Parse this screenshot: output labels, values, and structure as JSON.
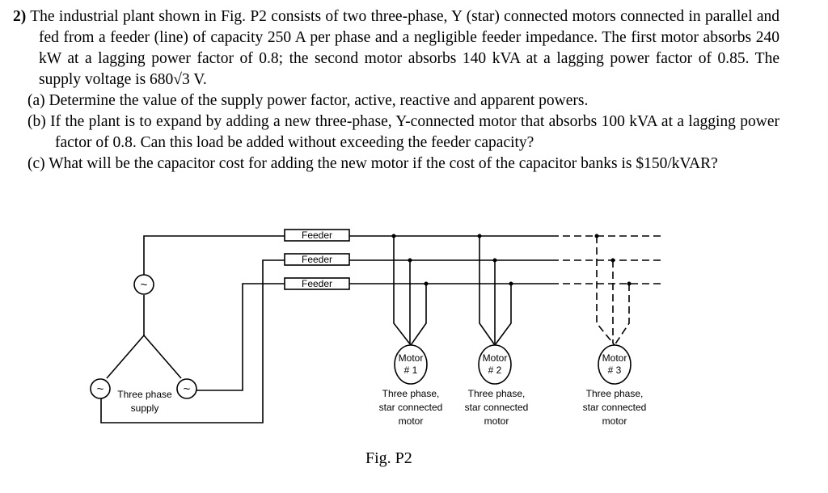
{
  "problem": {
    "number": "2)",
    "stem": "The industrial plant shown in Fig. P2 consists of two three-phase, Y (star) connected motors connected in parallel and fed from a feeder (line) of capacity 250 A per phase and a negligible feeder impedance. The first motor absorbs 240 kW at a lagging power factor of 0.8; the second motor absorbs 140 kVA at a lagging power factor of 0.85. The supply voltage is 680√3 V.",
    "parts": [
      {
        "label": "(a)",
        "text": "Determine the value of the supply power factor, active, reactive and apparent powers."
      },
      {
        "label": "(b)",
        "text": "If the plant is to expand by adding a new three-phase, Y-connected motor that absorbs 100 kVA at a lagging power factor of 0.8. Can this load be added without exceeding the feeder capacity?"
      },
      {
        "label": "(c)",
        "text": "What will be the capacitor cost for adding the new motor if the cost of the capacitor banks is $150/kVAR?"
      }
    ]
  },
  "figure": {
    "caption": "Fig. P2",
    "source_symbol": "~",
    "source_label_line1": "Three phase",
    "source_label_line2": "supply",
    "feeder_labels": [
      "Feeder",
      "Feeder",
      "Feeder"
    ],
    "motors": [
      {
        "line1": "Motor",
        "line2": "# 1",
        "desc1": "Three phase,",
        "desc2": "star connected",
        "desc3": "motor"
      },
      {
        "line1": "Motor",
        "line2": "# 2",
        "desc1": "Three phase,",
        "desc2": "star connected",
        "desc3": "motor"
      },
      {
        "line1": "Motor",
        "line2": "# 3",
        "desc1": "Three phase,",
        "desc2": "star connected",
        "desc3": "motor"
      }
    ]
  }
}
